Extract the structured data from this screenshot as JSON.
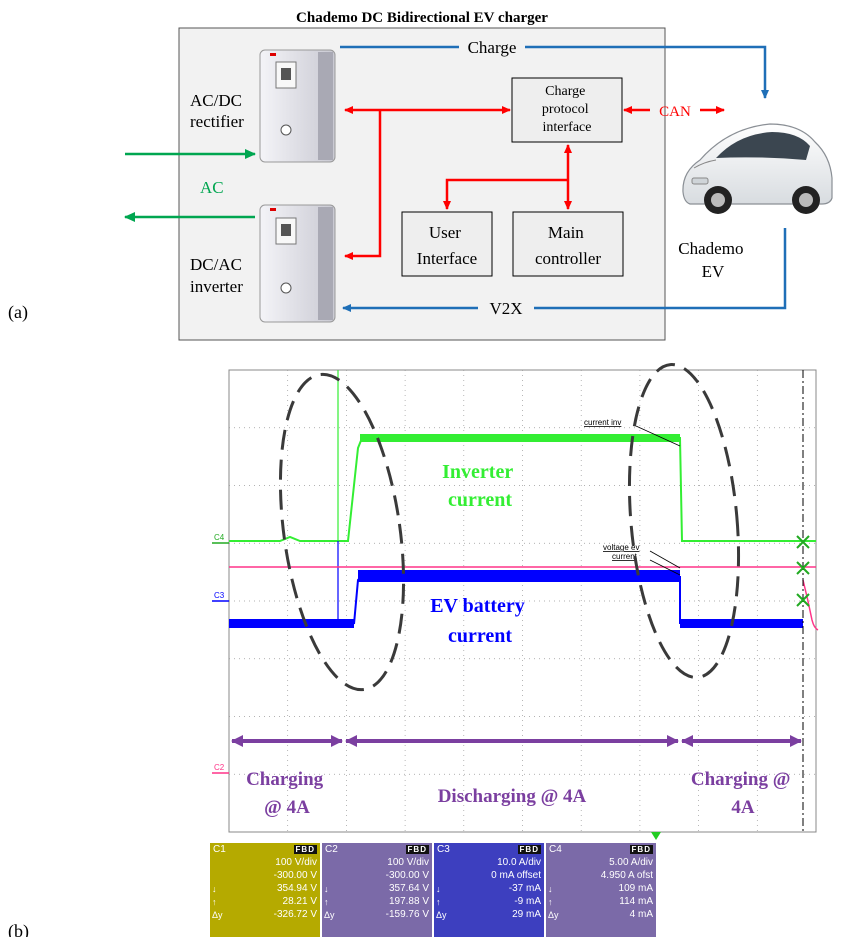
{
  "panel_a": {
    "label": "(a)",
    "title": "Chademo DC Bidirectional EV charger",
    "rectifier_label": [
      "AC/DC",
      "rectifier"
    ],
    "inverter_label": [
      "DC/AC",
      "inverter"
    ],
    "ac_label": "AC",
    "charge_label": "Charge",
    "can_label": "CAN",
    "v2x_label": "V2X",
    "protocol_box": [
      "Charge",
      "protocol",
      "interface"
    ],
    "user_box": [
      "User",
      "Interface"
    ],
    "controller_box": [
      "Main",
      "controller"
    ],
    "ev_label": [
      "Chademo",
      "EV"
    ]
  },
  "panel_b": {
    "label": "(b)",
    "channel_markers": [
      "C4",
      "C3",
      "C2"
    ],
    "cursor_labels": [
      "current inv",
      "voltage ev",
      "current"
    ],
    "inverter_text": [
      "Inverter",
      "current"
    ],
    "battery_text": [
      "EV battery",
      "current"
    ],
    "phase_1": [
      "Charging",
      "@ 4A"
    ],
    "phase_2": "Discharging @ 4A",
    "phase_3": [
      "Charging @",
      "4A"
    ],
    "channels": [
      {
        "name": "C1",
        "badge": "FBD",
        "color": "#b5aa00",
        "rows": [
          [
            "",
            "100 V/div"
          ],
          [
            "",
            "-300.00 V"
          ],
          [
            "↓",
            "354.94 V"
          ],
          [
            "↑",
            "28.21 V"
          ],
          [
            "Δy",
            "-326.72 V"
          ]
        ]
      },
      {
        "name": "C2",
        "badge": "FBD",
        "color": "#7b6aa8",
        "rows": [
          [
            "",
            "100 V/div"
          ],
          [
            "",
            "-300.00 V"
          ],
          [
            "↓",
            "357.64 V"
          ],
          [
            "↑",
            "197.88 V"
          ],
          [
            "Δy",
            "-159.76 V"
          ]
        ]
      },
      {
        "name": "C3",
        "badge": "FBD",
        "color": "#3d3fbf",
        "rows": [
          [
            "",
            "10.0 A/div"
          ],
          [
            "",
            "0 mA offset"
          ],
          [
            "↓",
            "-37 mA"
          ],
          [
            "↑",
            "-9 mA"
          ],
          [
            "Δy",
            "29 mA"
          ]
        ]
      },
      {
        "name": "C4",
        "badge": "FBD",
        "color": "#7b6aa8",
        "rows": [
          [
            "",
            "5.00 A/div"
          ],
          [
            "",
            "4.950 A ofst"
          ],
          [
            "↓",
            "109 mA"
          ],
          [
            "↑",
            "114 mA"
          ],
          [
            "Δy",
            "4 mA"
          ]
        ]
      }
    ]
  },
  "colors": {
    "blue_arrow": "#1f6fb7",
    "red_arrow": "#ff0000",
    "green_arrow": "#00a650",
    "inverter_trace": "#33ee33",
    "battery_trace": "#0000ff",
    "voltage_trace": "#ff3388",
    "phase_purple": "#7b3fa0"
  }
}
